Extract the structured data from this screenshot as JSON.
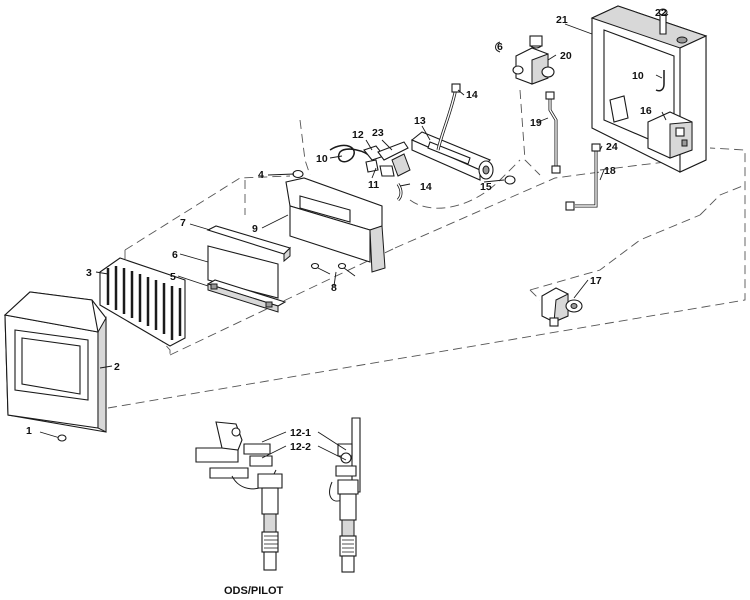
{
  "diagram": {
    "part_numbers": {
      "p1": "1",
      "p2": "2",
      "p3": "3",
      "p4": "4",
      "p5": "5",
      "p6": "6",
      "p7": "7",
      "p8": "8",
      "p9": "9",
      "p10a": "10",
      "p10b": "10",
      "p11": "11",
      "p12": "12",
      "p13": "13",
      "p14a": "14",
      "p14b": "14",
      "p15": "15",
      "p16": "16",
      "p17": "17",
      "p18": "18",
      "p19": "19",
      "p20": "20",
      "p21": "21",
      "p22": "22",
      "p23": "23",
      "p24": "24",
      "p12_1": "12-1",
      "p12_2": "12-2"
    },
    "valve_dial_mark": "6",
    "inset_caption": "ODS/PILOT"
  }
}
